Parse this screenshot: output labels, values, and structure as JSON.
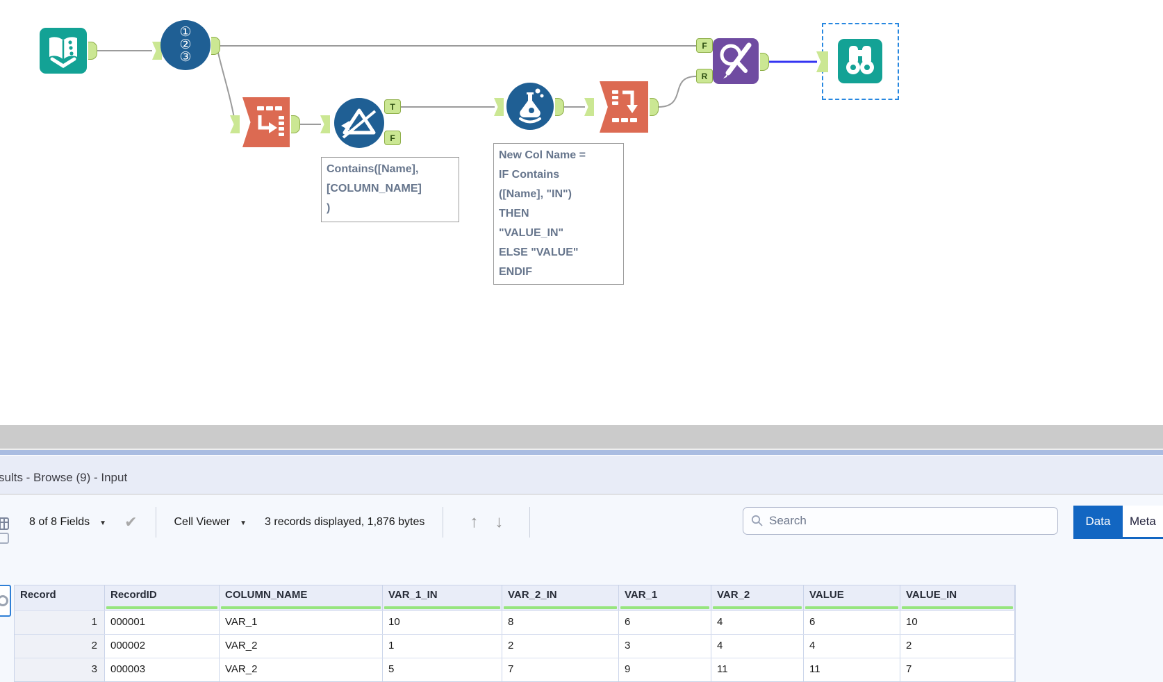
{
  "canvas": {
    "record_id_digits": [
      "①",
      "②",
      "③"
    ],
    "anchors": {
      "true_label": "T",
      "false_label": "F",
      "find_label": "F",
      "replace_label": "R"
    },
    "annotations": {
      "filter_expression": "Contains([Name],\n[COLUMN_NAME]\n)",
      "formula_expression": "New Col Name =\nIF Contains\n([Name], \"IN\")\nTHEN\n\"VALUE_IN\"\nELSE \"VALUE\"\nENDIF"
    }
  },
  "results": {
    "title": "sults - Browse (9) - Input",
    "toolbar": {
      "fields": "8 of 8 Fields",
      "cell_viewer": "Cell Viewer",
      "records_info": "3 records displayed, 1,876 bytes",
      "search_placeholder": "Search",
      "data_tab": "Data",
      "meta_tab": "Meta"
    },
    "table": {
      "columns": [
        "Record",
        "RecordID",
        "COLUMN_NAME",
        "VAR_1_IN",
        "VAR_2_IN",
        "VAR_1",
        "VAR_2",
        "VALUE",
        "VALUE_IN"
      ],
      "rows": [
        [
          "1",
          "000001",
          "VAR_1",
          "10",
          "8",
          "6",
          "4",
          "6",
          "10"
        ],
        [
          "2",
          "000002",
          "VAR_2",
          "1",
          "2",
          "3",
          "4",
          "4",
          "2"
        ],
        [
          "3",
          "000003",
          "VAR_2",
          "5",
          "7",
          "9",
          "11",
          "11",
          "7"
        ]
      ]
    }
  },
  "colors": {
    "tool_teal": "#13A295",
    "tool_blue": "#1F5F94",
    "tool_orange": "#DC6A52",
    "tool_purple": "#6F4BA1",
    "anchor_green": "#CBE793",
    "wire_gray": "#9B9B9B",
    "selected_wire_blue": "#3434F2",
    "selection_blue": "#2787E0",
    "active_tab_blue": "#1266C2",
    "header_quality_green": "#97E57E"
  }
}
